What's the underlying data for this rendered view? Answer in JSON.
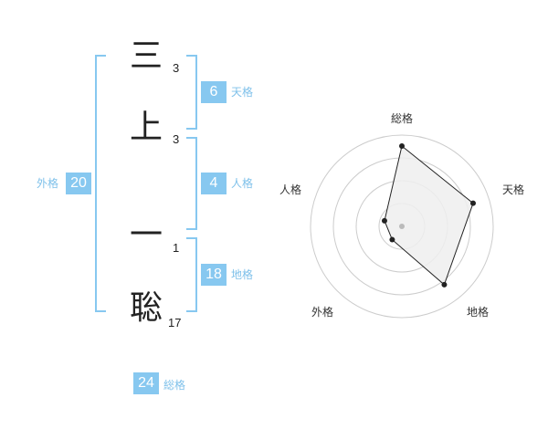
{
  "name": {
    "characters": [
      {
        "char": "三",
        "strokes": "3"
      },
      {
        "char": "上",
        "strokes": "3"
      },
      {
        "char": "一",
        "strokes": "1"
      },
      {
        "char": "聡",
        "strokes": "17"
      }
    ]
  },
  "scores": {
    "tenkaku": {
      "value": "6",
      "label": "天格"
    },
    "jinkaku": {
      "value": "4",
      "label": "人格"
    },
    "chikaku": {
      "value": "18",
      "label": "地格"
    },
    "gaikaku": {
      "value": "20",
      "label": "外格"
    },
    "soukaku": {
      "value": "24",
      "label": "総格"
    }
  },
  "radar": {
    "axes": [
      "総格",
      "天格",
      "地格",
      "外格",
      "人格"
    ],
    "levels": 4,
    "values_fraction": [
      0.88,
      0.82,
      0.79,
      0.18,
      0.2
    ],
    "colors": {
      "ring": "#cccccc",
      "fill": "#eeeeee",
      "line": "#222222",
      "center": "#bbbbbb"
    }
  }
}
